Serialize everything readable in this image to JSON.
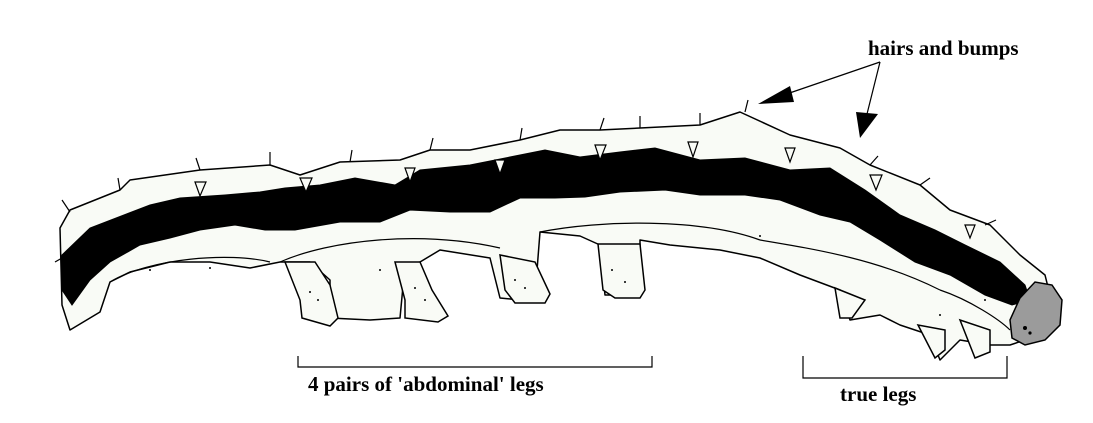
{
  "labels": {
    "hairs": "hairs and bumps",
    "abdominal": "4 pairs of 'abdominal' legs",
    "true_legs": "true legs"
  },
  "colors": {
    "background": "#ffffff",
    "body_fill": "#f9fbf6",
    "stripe": "#000000",
    "head": "#9b9b9b",
    "ink": "#000000"
  }
}
